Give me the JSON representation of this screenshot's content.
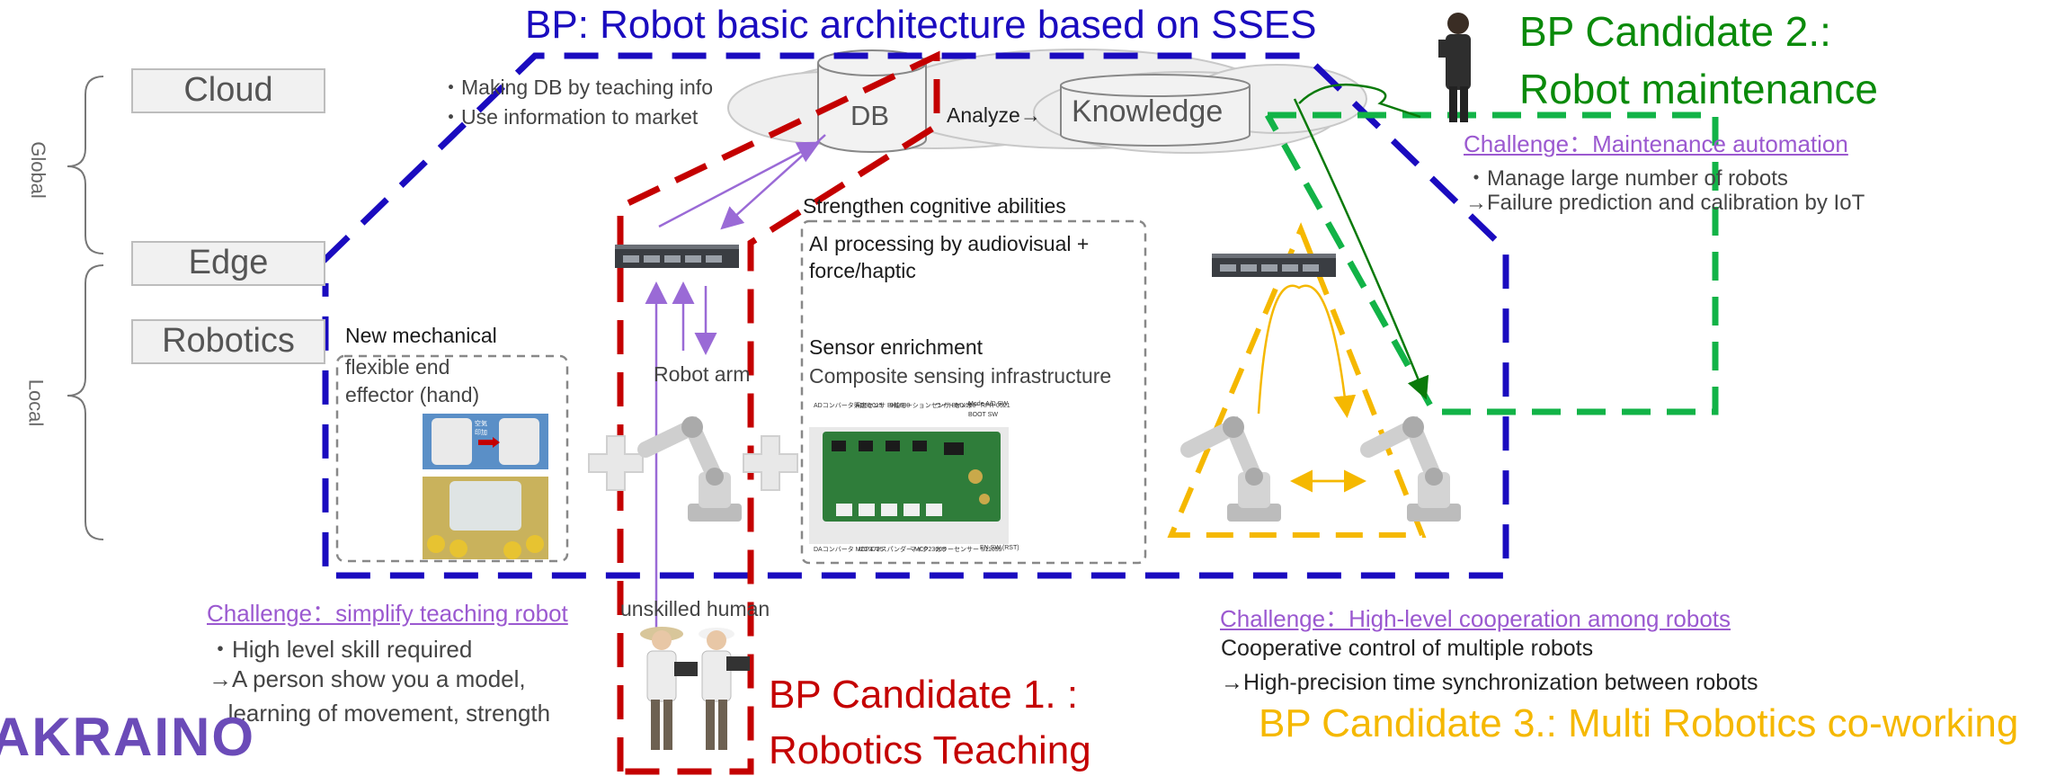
{
  "layers": {
    "cloud": "Cloud",
    "edge": "Edge",
    "robotics": "Robotics",
    "global": "Global",
    "local": "Local"
  },
  "bp_main": {
    "title": "BP: Robot basic architecture based on SSES",
    "color": "#1a0bbf"
  },
  "cloud_area": {
    "notes": [
      "・Making DB by teaching info",
      "・Use information to market"
    ],
    "db": "DB",
    "analyze": "Analyze→",
    "knowledge": "Knowledge"
  },
  "bp1": {
    "title_line1": "BP Candidate 1. :",
    "title_line2": "Robotics Teaching",
    "color": "#c40000",
    "challenge": "Challenge：simplify teaching robot",
    "items": [
      "・High level skill required",
      "→A person show you a model,",
      "   learning of movement, strength"
    ],
    "unskilled": "unskilled human"
  },
  "mechanical": {
    "title": "New mechanical",
    "desc_line1": "flexible end",
    "desc_line2": "effector (hand)",
    "photo_label": "空気 印加"
  },
  "robot_arm": "Robot arm",
  "cognitive": {
    "title": "Strengthen cognitive abilities",
    "ai_line1": "AI processing by audiovisual +",
    "ai_line2": "force/haptic",
    "sensor_title": "Sensor enrichment",
    "sensor_desc": "Composite sensing infrastructure",
    "board_labels": [
      "ADコンバータ ADS1015",
      "照度センサ BH1680",
      "9軸モーションセンサ BMX160",
      "ライトセンサー RPR-0521",
      "Mode A/D SW",
      "BOOT SW",
      "DAコンバータ MCP4725",
      "I2Cエキスパンダー MCP23008",
      "マイク",
      "カラーセンサー S11059",
      "EN SW (RST)"
    ]
  },
  "bp2": {
    "title_line1": "BP Candidate 2.:",
    "title_line2": "Robot maintenance",
    "color": "#0a8a0a",
    "challenge": "Challenge：Maintenance automation",
    "items": [
      "・Manage large number of robots",
      "→Failure prediction and calibration by IoT"
    ]
  },
  "bp3": {
    "title": "BP Candidate 3.: Multi Robotics co-working",
    "color": "#f5b800",
    "challenge": "Challenge：High-level cooperation among robots",
    "items": [
      "Cooperative control of multiple robots",
      "→High-precision time synchronization between robots"
    ]
  },
  "logo": "AKRAINO"
}
